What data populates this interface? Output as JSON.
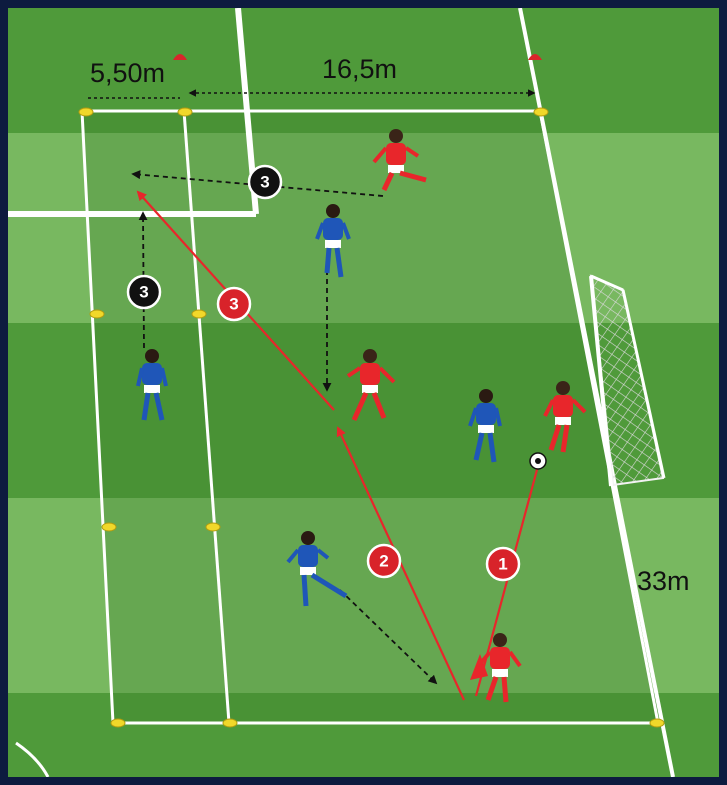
{
  "diagram": {
    "measurements": {
      "left_width": "5,50m",
      "box_width": "16,5m",
      "field_length": "33m"
    },
    "step_badges": {
      "pass_one": "1",
      "pass_two": "2",
      "pass_three_red": "3",
      "pass_three_black_top": "3",
      "pass_three_black_left": "3"
    },
    "colors": {
      "grass_dark": "#4f9a3a",
      "grass_light": "#78b860",
      "line": "#ffffff",
      "attack_team": "#e8262b",
      "defend_team": "#1f56b8",
      "pass_arrow": "#e8262b",
      "run_arrow": "#111111",
      "frame": "#0d1b3f"
    },
    "players": {
      "red_team_count": 4,
      "blue_team_count": 4
    }
  }
}
